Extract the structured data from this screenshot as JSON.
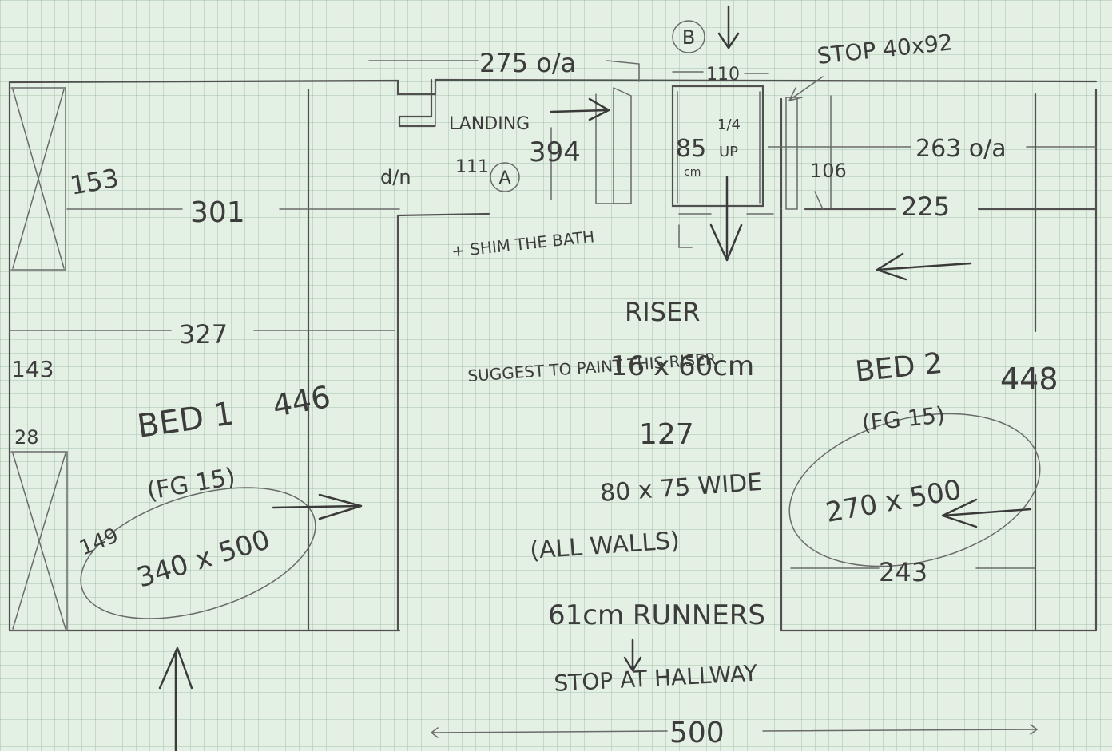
{
  "labels": {
    "top_width": "275 o/a",
    "b_marker": "B",
    "b_width": "110",
    "stop": "STOP 40x92",
    "landing": "LANDING",
    "a_marker": "A",
    "d_width": "d/n",
    "a_width": "111",
    "a_len": "394",
    "stair_85": "85",
    "stair_14": "1/4",
    "stair_cm": "cm",
    "stair_up": "UP",
    "r_width": "263 o/a",
    "step_106": "106",
    "r_225": "225",
    "bath": "+ SHIM THE BATH",
    "l_153": "153",
    "l_301": "301",
    "l_327": "327",
    "l_143": "143",
    "l_28": "28",
    "bed1": "BED 1",
    "bed1_446": "446",
    "bed1_fg": "(FG 15)",
    "l_149": "149",
    "bed1_size": "340 x 500",
    "riser": "RISER",
    "riser_size": "16 x 60cm",
    "suggest": "SUGGEST TO PAINT THIS RISER",
    "riser_127": "127",
    "riser_80": "80 x 75 WIDE",
    "all_walls": "(ALL WALLS)",
    "runners": "61cm RUNNERS",
    "stop_hall": "STOP AT HALLWAY",
    "bed2": "BED 2",
    "bed2_fg": "(FG 15)",
    "bed2_448": "448",
    "bed2_size": "270 x 500",
    "bed2_243": "243",
    "total_500": "500"
  }
}
